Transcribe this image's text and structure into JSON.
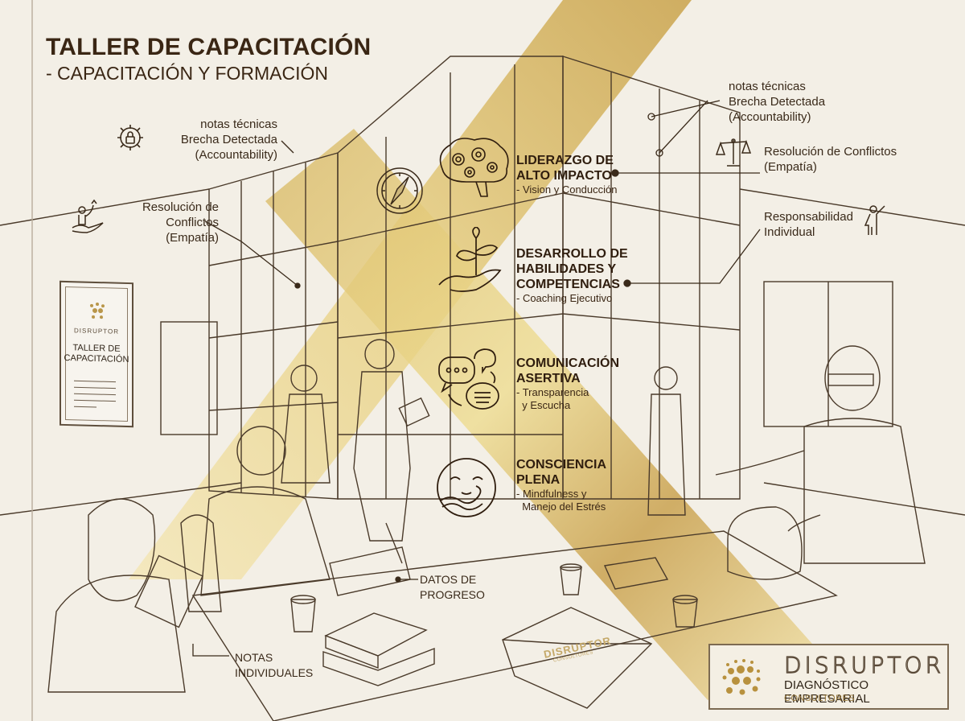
{
  "header": {
    "title": "TALLER DE CAPACITACIÓN",
    "subtitle": "- CAPACITACIÓN Y FORMACIÓN"
  },
  "colors": {
    "background": "#f3efe6",
    "gold": "#c9a24a",
    "gold_light": "#ecd98a",
    "ink": "#3a2614"
  },
  "left_callouts": [
    {
      "icon": "gear-lock-icon",
      "lines": [
        "notas técnicas",
        "Brecha Detectada",
        "(Accountability)"
      ]
    },
    {
      "icon": "person-growth-hand-icon",
      "lines": [
        "Resolución de",
        "Conflictos",
        "(Empatía)"
      ]
    }
  ],
  "right_callouts": [
    {
      "icon": "",
      "lines": [
        "notas técnicas",
        "Brecha Detectada",
        "(Accountability)"
      ]
    },
    {
      "icon": "scales-icon",
      "lines": [
        "Resolución de Conflictos",
        "(Empatía)"
      ]
    },
    {
      "icon": "raised-hand-person-icon",
      "lines": [
        "Responsabilidad",
        "Individual"
      ]
    }
  ],
  "pillars": [
    {
      "icon": "brain-gears-icon",
      "heading": [
        "LIDERAZGO DE",
        "ALTO IMPACTO"
      ],
      "sub": [
        "- Vision y Conducción"
      ]
    },
    {
      "icon": "sprout-hand-icon",
      "heading": [
        "DESARROLLO DE",
        "HABILIDADES Y",
        "COMPETENCIAS"
      ],
      "sub": [
        "- Coaching Ejecutivo"
      ]
    },
    {
      "icon": "chat-bubbles-icon",
      "heading": [
        "COMUNICACIÓN",
        "ASERTIVA"
      ],
      "sub": [
        "- Transparencia",
        "  y Escucha"
      ]
    },
    {
      "icon": "calm-face-wave-icon",
      "heading": [
        "CONSCIENCIA",
        "PLENA"
      ],
      "sub": [
        "- Mindfulness y",
        "  Manejo del Estrés"
      ]
    }
  ],
  "bottom_labels": {
    "progress": [
      "DATOS DE",
      "PROGRESO"
    ],
    "notes": [
      "NOTAS",
      "INDIVIDUALES"
    ]
  },
  "poster": {
    "brand": "DISRUPTOR",
    "title": [
      "TALLER DE",
      "CAPACITACIÓN"
    ]
  },
  "folder_brand": {
    "name": "DISRUPTOR",
    "sub": "CONSULTORES"
  },
  "logo": {
    "wordmark": "DISRUPTOR",
    "line1": "DIAGNÓSTICO EMPRESARIAL",
    "line2": "CONSULTORES"
  }
}
